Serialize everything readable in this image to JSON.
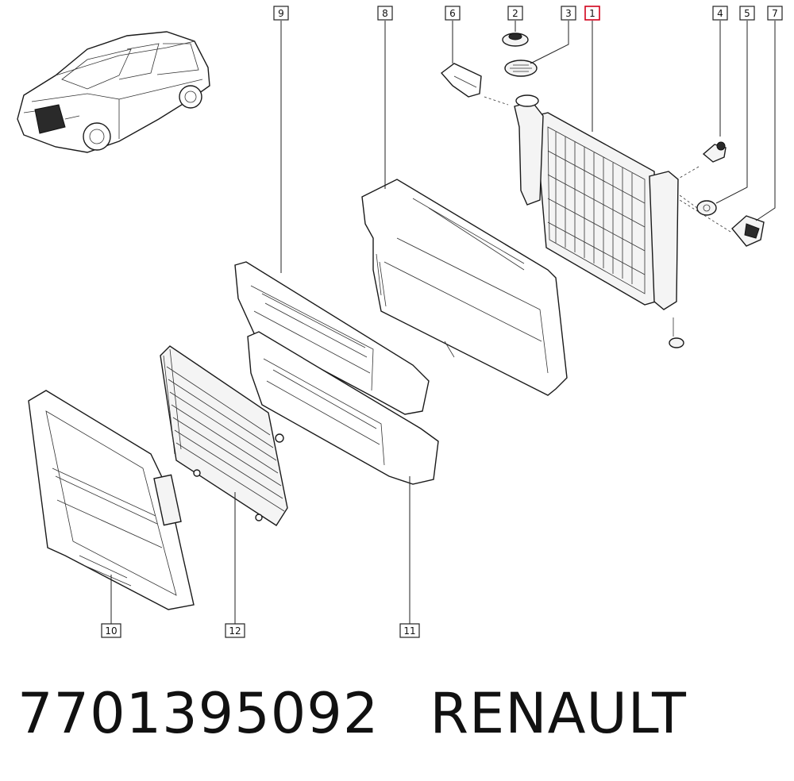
{
  "diagram": {
    "callouts": [
      {
        "id": "1",
        "label": "1",
        "highlighted": true
      },
      {
        "id": "2",
        "label": "2"
      },
      {
        "id": "3",
        "label": "3"
      },
      {
        "id": "4",
        "label": "4"
      },
      {
        "id": "5",
        "label": "5"
      },
      {
        "id": "6",
        "label": "6"
      },
      {
        "id": "7",
        "label": "7"
      },
      {
        "id": "8",
        "label": "8"
      },
      {
        "id": "9",
        "label": "9"
      },
      {
        "id": "10",
        "label": "10"
      },
      {
        "id": "11",
        "label": "11"
      },
      {
        "id": "12",
        "label": "12"
      }
    ],
    "highlight_color": "#d0021b"
  },
  "footer": {
    "part_number": "7701395092",
    "brand": "RENAULT"
  }
}
